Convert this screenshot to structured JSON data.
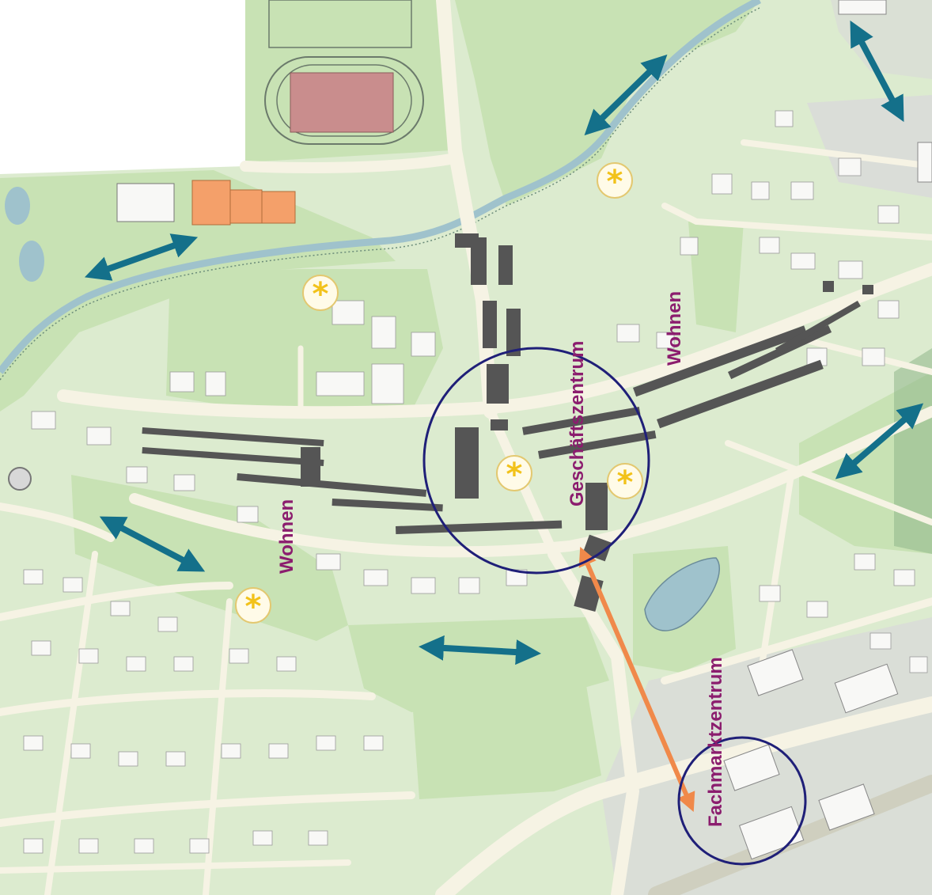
{
  "labels": {
    "wohnen_left": "Wohnen",
    "wohnen_right": "Wohnen",
    "geschaeftszentrum": "Geschäftszentrum",
    "fachmarktzentrum": "Fachmarktzentrum"
  },
  "poi_symbol": "*",
  "colors": {
    "park_green": "#c8e2b4",
    "residential_green": "#dcebcf",
    "road": "#f6f3e4",
    "river": "#9fc2cc",
    "building_dark": "#555555",
    "building_light": "#f8f8f6",
    "commercial_grey": "#d9d9d9",
    "track_red": "#c98d8d",
    "orange_building": "#f4a06a",
    "teal_arrow": "#14708a",
    "orange_arrow": "#f0894a",
    "circle_navy": "#1f1f78",
    "label_purple": "#8b1d6e",
    "poi_yellow": "#f2c21a"
  },
  "icons": {
    "poi": "asterisk-poi-icon",
    "connection": "double-arrow-icon"
  }
}
